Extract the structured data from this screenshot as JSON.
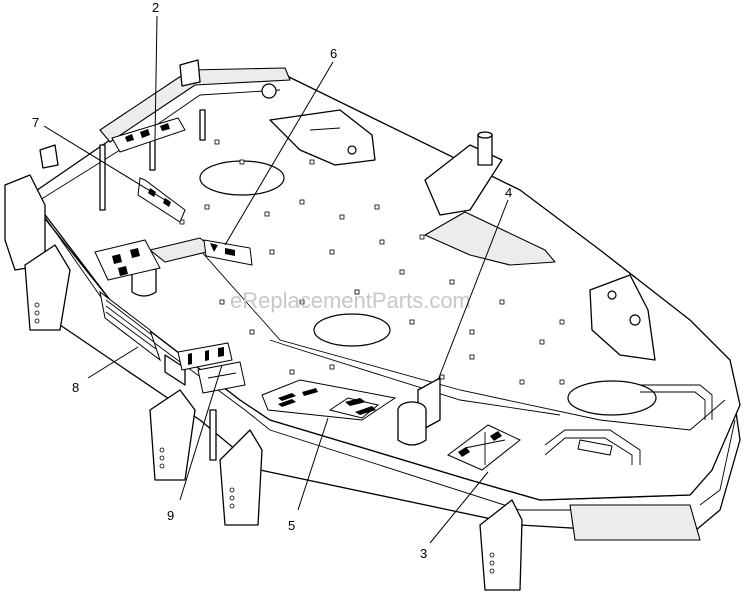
{
  "watermark": "eReplacementParts.com",
  "callouts": [
    {
      "id": "2",
      "label": "2"
    },
    {
      "id": "6",
      "label": "6"
    },
    {
      "id": "7",
      "label": "7"
    },
    {
      "id": "4",
      "label": "4"
    },
    {
      "id": "8",
      "label": "8"
    },
    {
      "id": "9",
      "label": "9"
    },
    {
      "id": "5",
      "label": "5"
    },
    {
      "id": "3",
      "label": "3"
    }
  ]
}
